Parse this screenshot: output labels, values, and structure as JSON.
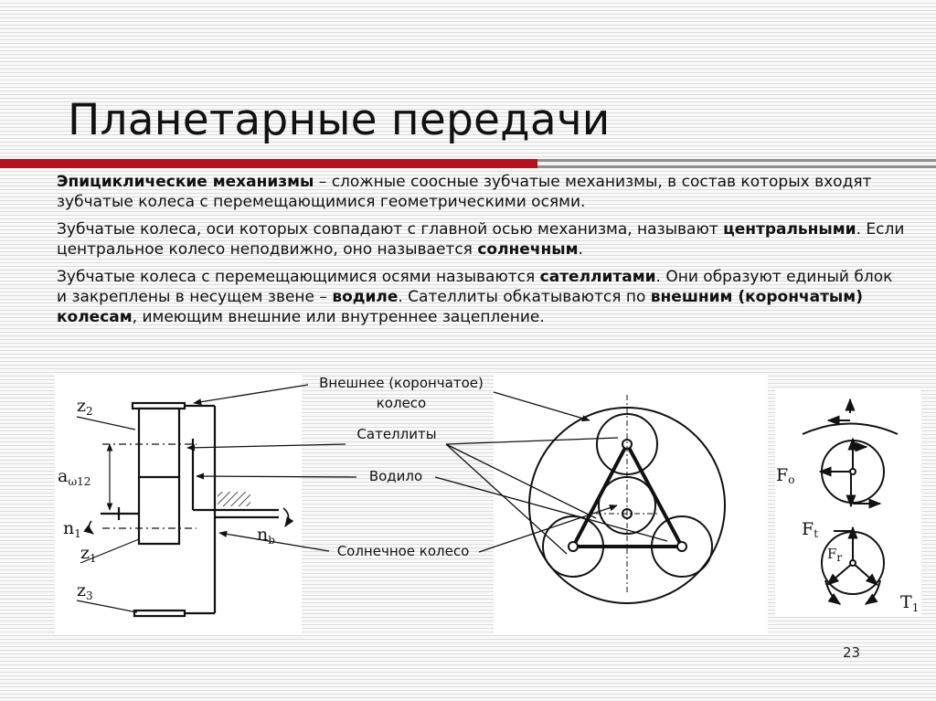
{
  "title": "Планетарные передачи",
  "paragraphs": {
    "p1": {
      "bold": "Эпициклические механизмы",
      "text": " – сложные соосные зубчатые механизмы, в состав которых входят зубчатые колеса с перемещающимися геометрическими осями."
    },
    "p2": {
      "part1": "Зубчатые колеса, оси которых совпадают с главной осью механизма, называют ",
      "bold1": "центральными",
      "part2": ". Если центральное колесо неподвижно, оно называется ",
      "bold2": "солнечным",
      "part3": "."
    },
    "p3": {
      "part1": "Зубчатые колеса с перемещающимися осями называются ",
      "bold1": "сателлитами",
      "part2": ". Они образуют единый блок и закреплены в несущем звене – ",
      "bold2": "водиле",
      "part3": ". Сателлиты обкатываются по ",
      "bold3": "внешним (корончатым) колесам",
      "part4": ", имеющим внешние или внутреннее зацепление."
    }
  },
  "figure": {
    "labels": {
      "ring_line1": "Внешнее (корончатое)",
      "ring_line2": "колесо",
      "satellites": "Сателлиты",
      "carrier": "Водило",
      "sun": "Солнечное колесо"
    },
    "symbols": {
      "z2": "z",
      "z2_sub": "2",
      "a": "a",
      "a_sub": "ω12",
      "n1": "n",
      "n1_sub": "1",
      "z1": "z",
      "z1_sub": "1",
      "z3": "z",
      "z3_sub": "3",
      "nb": "n",
      "nb_sub": "b",
      "Fo": "F",
      "Fo_sub": "o",
      "Ft": "F",
      "Ft_sub": "t",
      "Fr": "F",
      "Fr_sub": "r",
      "T1": "T",
      "T1_sub": "1"
    }
  },
  "page_number": "23",
  "colors": {
    "accent_red": "#b3121f",
    "rule_gray": "#8e8e8e",
    "ink": "#111111"
  }
}
